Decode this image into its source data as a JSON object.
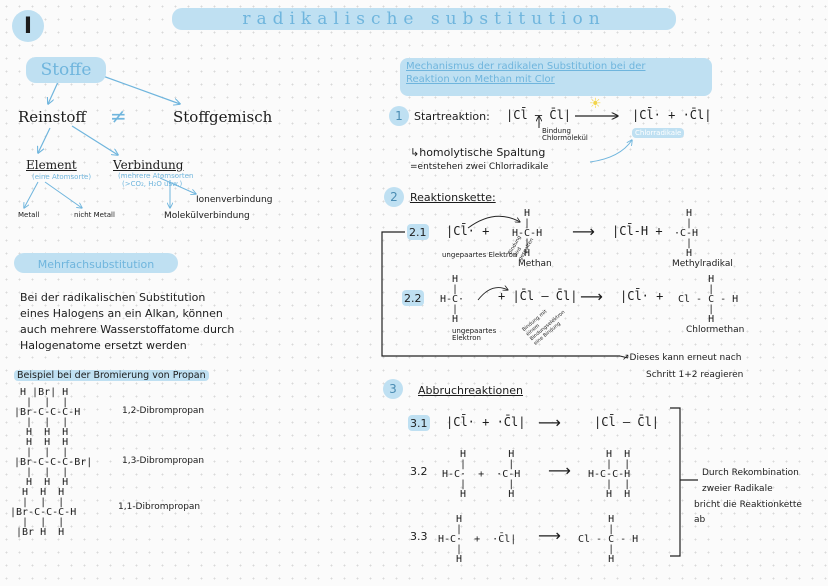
{
  "header": {
    "number": "I",
    "title": "radikalische substitution"
  },
  "left": {
    "stoffe": "Stoffe",
    "reinstoff": "Reinstoff",
    "neq": "≠",
    "stoffgemisch": "Stoffgemisch",
    "element": "Element",
    "element_note": "(eine Atomsorte)",
    "verbindung": "Verbindung",
    "verbindung_note1": "(mehrere Atomsorten",
    "verbindung_note2": "(>CO₂, H₂O usw.)",
    "ionenverbindung": "Ionenverbindung",
    "molekuelverbindung": "Molekülverbindung",
    "metall": "Metall",
    "nicht_metall": "nicht Metall",
    "mehrfach_title": "Mehrfachsubstitution",
    "para1": "Bei der radikalischen Substitution",
    "para2": "eines Halogens an ein Alkan, können",
    "para3": "auch mehrere Wasserstoffatome durch",
    "para4": "Halogenatome ersetzt werden",
    "beispiel": "Beispiel bei der Bromierung von Propan",
    "mol1": " H |Br| H\n  |  |  |\n|Br-C-C-C-H\n  |  |  |\n  H  H  H",
    "name1": "1,2-Dibrompropan",
    "mol2": "  H  H  H\n  |  |  |\n|Br-C-C-C-Br|\n  |  |  |\n  H  H  H",
    "name2": "1,3-Dibrompropan",
    "mol3": "  H  H  H\n  |  |  |\n|Br-C-C-C-H\n  |  |  |\n |Br H  H",
    "name3": "1,1-Dibrompropan"
  },
  "right": {
    "mech_title1": "Mechanismus der radikalen Substitution bei der",
    "mech_title2": "Reaktion von Methan mit Clor",
    "step1_num": "1",
    "step1_label": "Startreaktion:",
    "step1_eq": "|Cl̄ – C̄l|",
    "bindung_note1": "Bindung",
    "bindung_note2": "Chlormolekül",
    "step1_prod": "|Cl̄· + ·C̄l|",
    "chlorradikale": "Chlorradikale",
    "homolytisch": "↳homolytische Spaltung",
    "entstehen": "=entstehen zwei Chlorradikale",
    "step2_num": "2",
    "step2_label": "Reaktionskette:",
    "r21_num": "2.1",
    "r21_left": "|Cl̄·  +",
    "r21_methan": "  H\n  |\nH-C-H\n  |\n  H",
    "r21_arrow": "⟶",
    "r21_right": "|Cl̄-H  +",
    "methyl": "  H\n  |\n·C-H\n  |\n  H",
    "elektron_note": "ungepaartes Elektron",
    "bindung_note3": "Bindung wird gespalten",
    "methan": "Methan",
    "methylradikal": "Methylradikal",
    "r22_num": "2.2",
    "r22_methyl": "  H\n  |\nH-C·\n  |\n  H",
    "r22_mid": "+  |C̄l – C̄l|",
    "r22_arrow": "⟶",
    "r22_right": "|Cl̄·  +",
    "chlormethan_mol": "     H\n     |\nCl - C - H\n     |\n     H",
    "elektron_note2": "ungepaartes Elektron",
    "bindung_note4": "Bindung mit einem Bindungselektron eine Bindung",
    "chlormethan": "Chlormethan",
    "dieses1": "↗Dieses kann erneut nach",
    "dieses2": "Schritt 1+2 reagieren",
    "step3_num": "3",
    "step3_label": "Abbruchreaktionen",
    "r31_num": "3.1",
    "r31_left": "|Cl̄·  +  ·C̄l|",
    "r31_arrow": "⟶",
    "r31_right": "|Cl̄ – C̄l|",
    "r32_num": "3.2",
    "r32_left": "   H       H\n   |       |\nH-C·  +  ·C-H\n   |       |\n   H       H",
    "r32_arrow": "⟶",
    "r32_right": "   H  H\n   |  |\nH-C-C-H\n   |  |\n   H  H",
    "r33_num": "3.3",
    "r33_left": "   H\n   |\nH-C·  +  ·C̄l|\n   |\n   H",
    "r33_arrow": "⟶",
    "r33_right": "     H\n     |\nCl - C - H\n     |\n     H",
    "rekomb1": "Durch Rekombination",
    "rekomb2": "zweier Radikale",
    "rekomb3": "bricht die Reaktionkette",
    "rekomb4": "ab"
  }
}
